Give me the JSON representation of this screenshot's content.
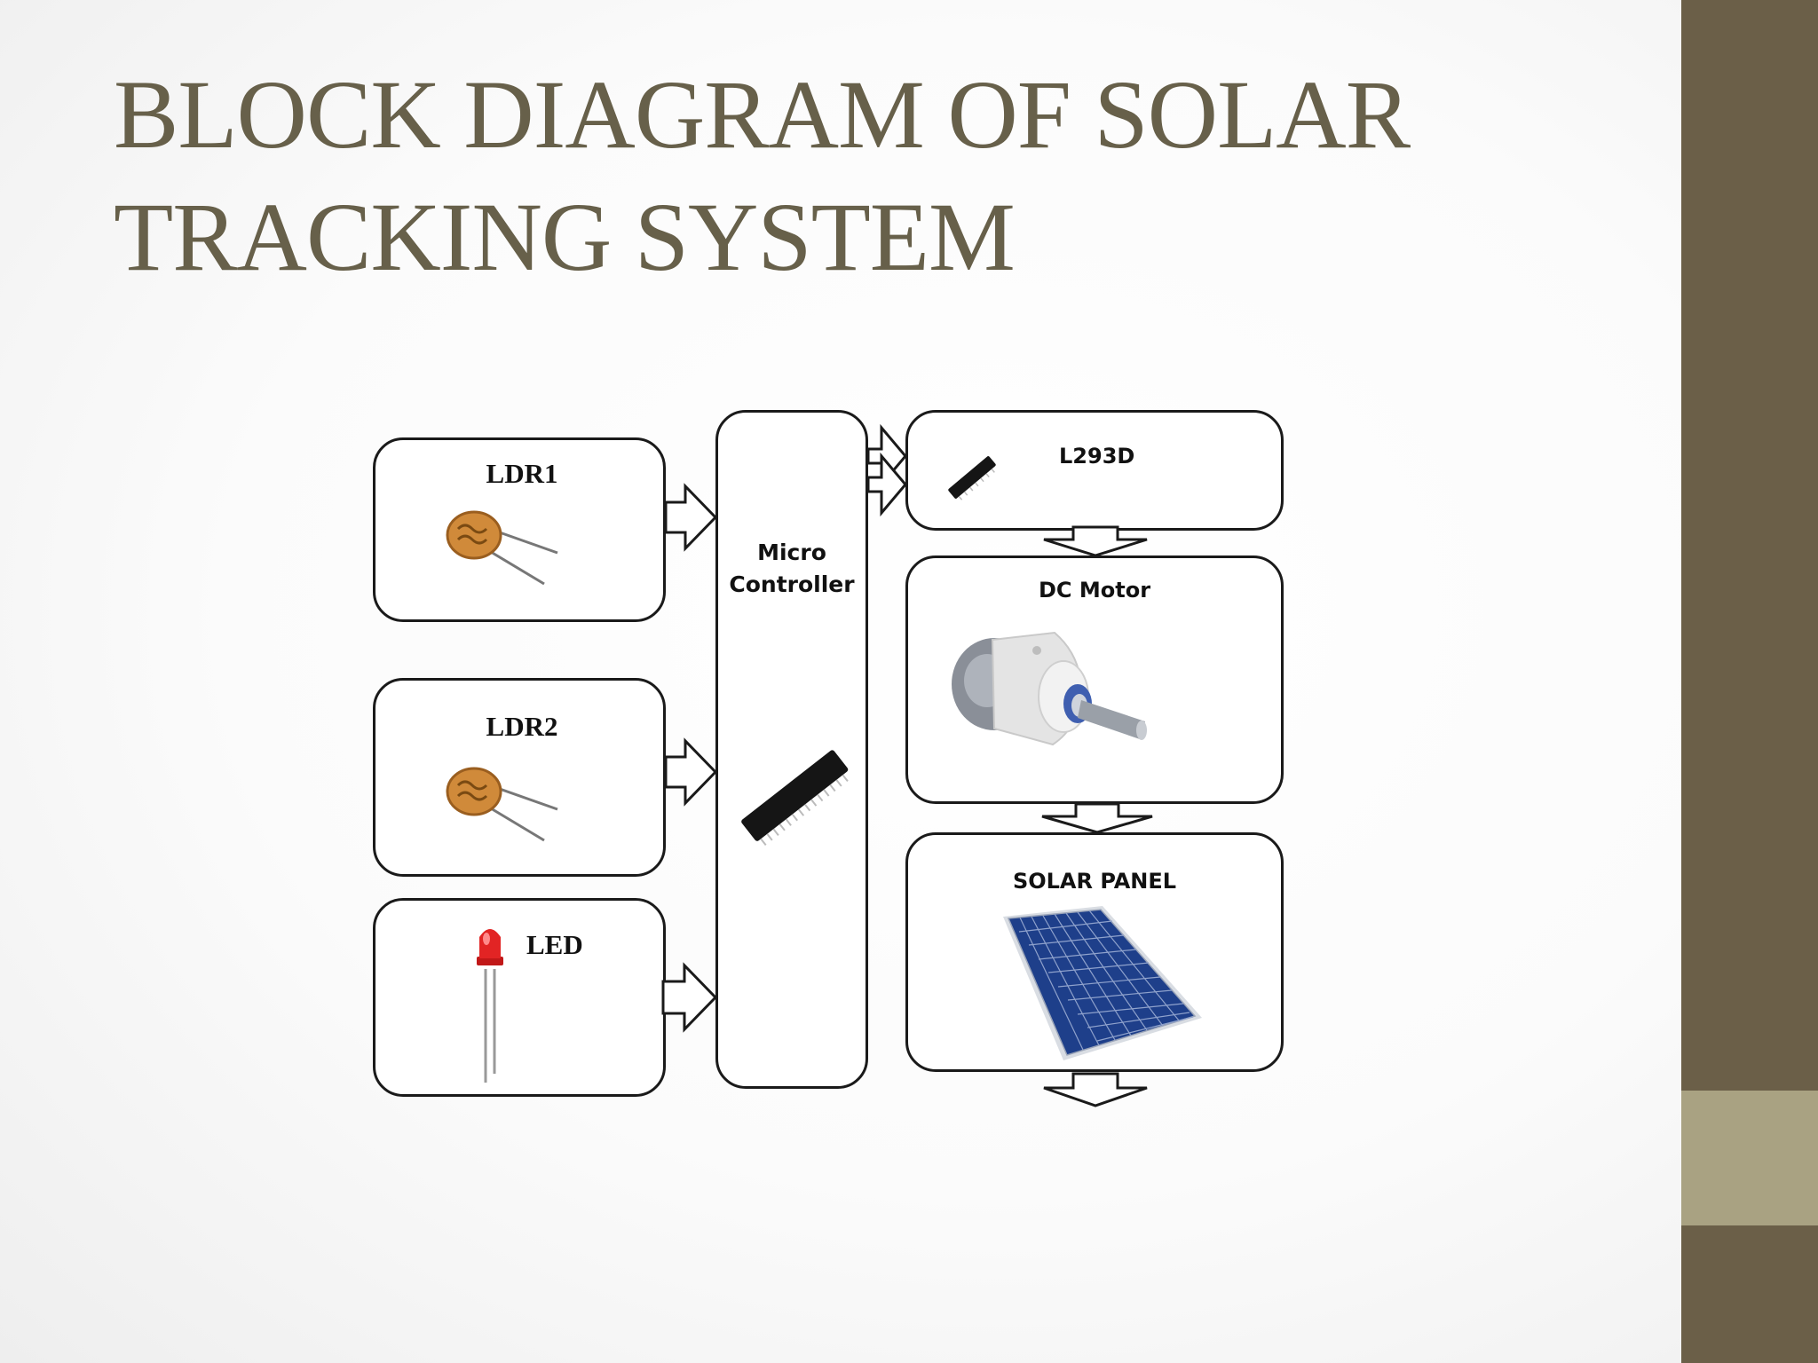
{
  "slide": {
    "title_line1": "BLOCK DIAGRAM OF SOLAR",
    "title_line2": "TRACKING SYSTEM",
    "theme": {
      "title_color": "#67604a",
      "sidebar_color": "#6b5f48",
      "accent_color": "#a9a282"
    }
  },
  "diagram": {
    "blocks": {
      "ldr1": {
        "label": "LDR1",
        "icon": "ldr-icon"
      },
      "ldr2": {
        "label": "LDR2",
        "icon": "ldr-icon"
      },
      "led": {
        "label": "LED",
        "icon": "red-led-icon"
      },
      "microcontroller": {
        "label_line1": "Micro",
        "label_line2": "Controller",
        "icon": "ic-chip-icon"
      },
      "l293d": {
        "label": "L293D",
        "icon": "ic-chip-icon"
      },
      "dc_motor": {
        "label": "DC Motor",
        "icon": "dc-motor-icon"
      },
      "solar_panel": {
        "label": "SOLAR PANEL",
        "icon": "solar-panel-icon"
      }
    },
    "connections": [
      {
        "from": "LDR1",
        "to": "Micro Controller"
      },
      {
        "from": "LDR2",
        "to": "Micro Controller"
      },
      {
        "from": "LED",
        "to": "Micro Controller"
      },
      {
        "from": "Micro Controller",
        "to": "L293D"
      },
      {
        "from": "L293D",
        "to": "DC Motor"
      },
      {
        "from": "DC Motor",
        "to": "SOLAR PANEL"
      },
      {
        "from": "SOLAR PANEL",
        "to": ""
      }
    ]
  }
}
